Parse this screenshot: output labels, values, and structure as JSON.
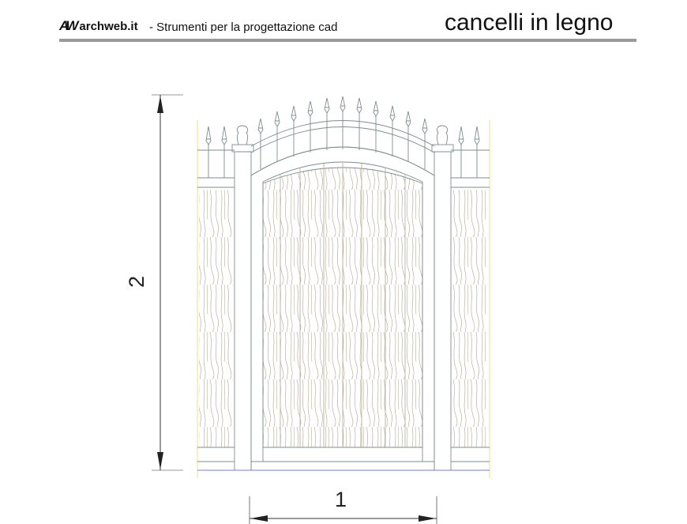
{
  "header": {
    "logo_mark": "AW",
    "site_name": "archweb.it",
    "subtitle": "- Strumenti per la progettazione cad",
    "title": "cancelli in legno"
  },
  "drawing": {
    "subject": "wooden gate elevation with arched top, spiked railing and side fence panels",
    "dimensions": {
      "height_label": "2",
      "width_label": "1"
    },
    "colors": {
      "line": "#7f8c8f",
      "wood_grain": "#b9b2a0",
      "ground_line": "#7b7bd6",
      "fence_edge": "#e8e4a0",
      "dimension": "#333333",
      "header_rule": "#9a9a9a"
    }
  }
}
